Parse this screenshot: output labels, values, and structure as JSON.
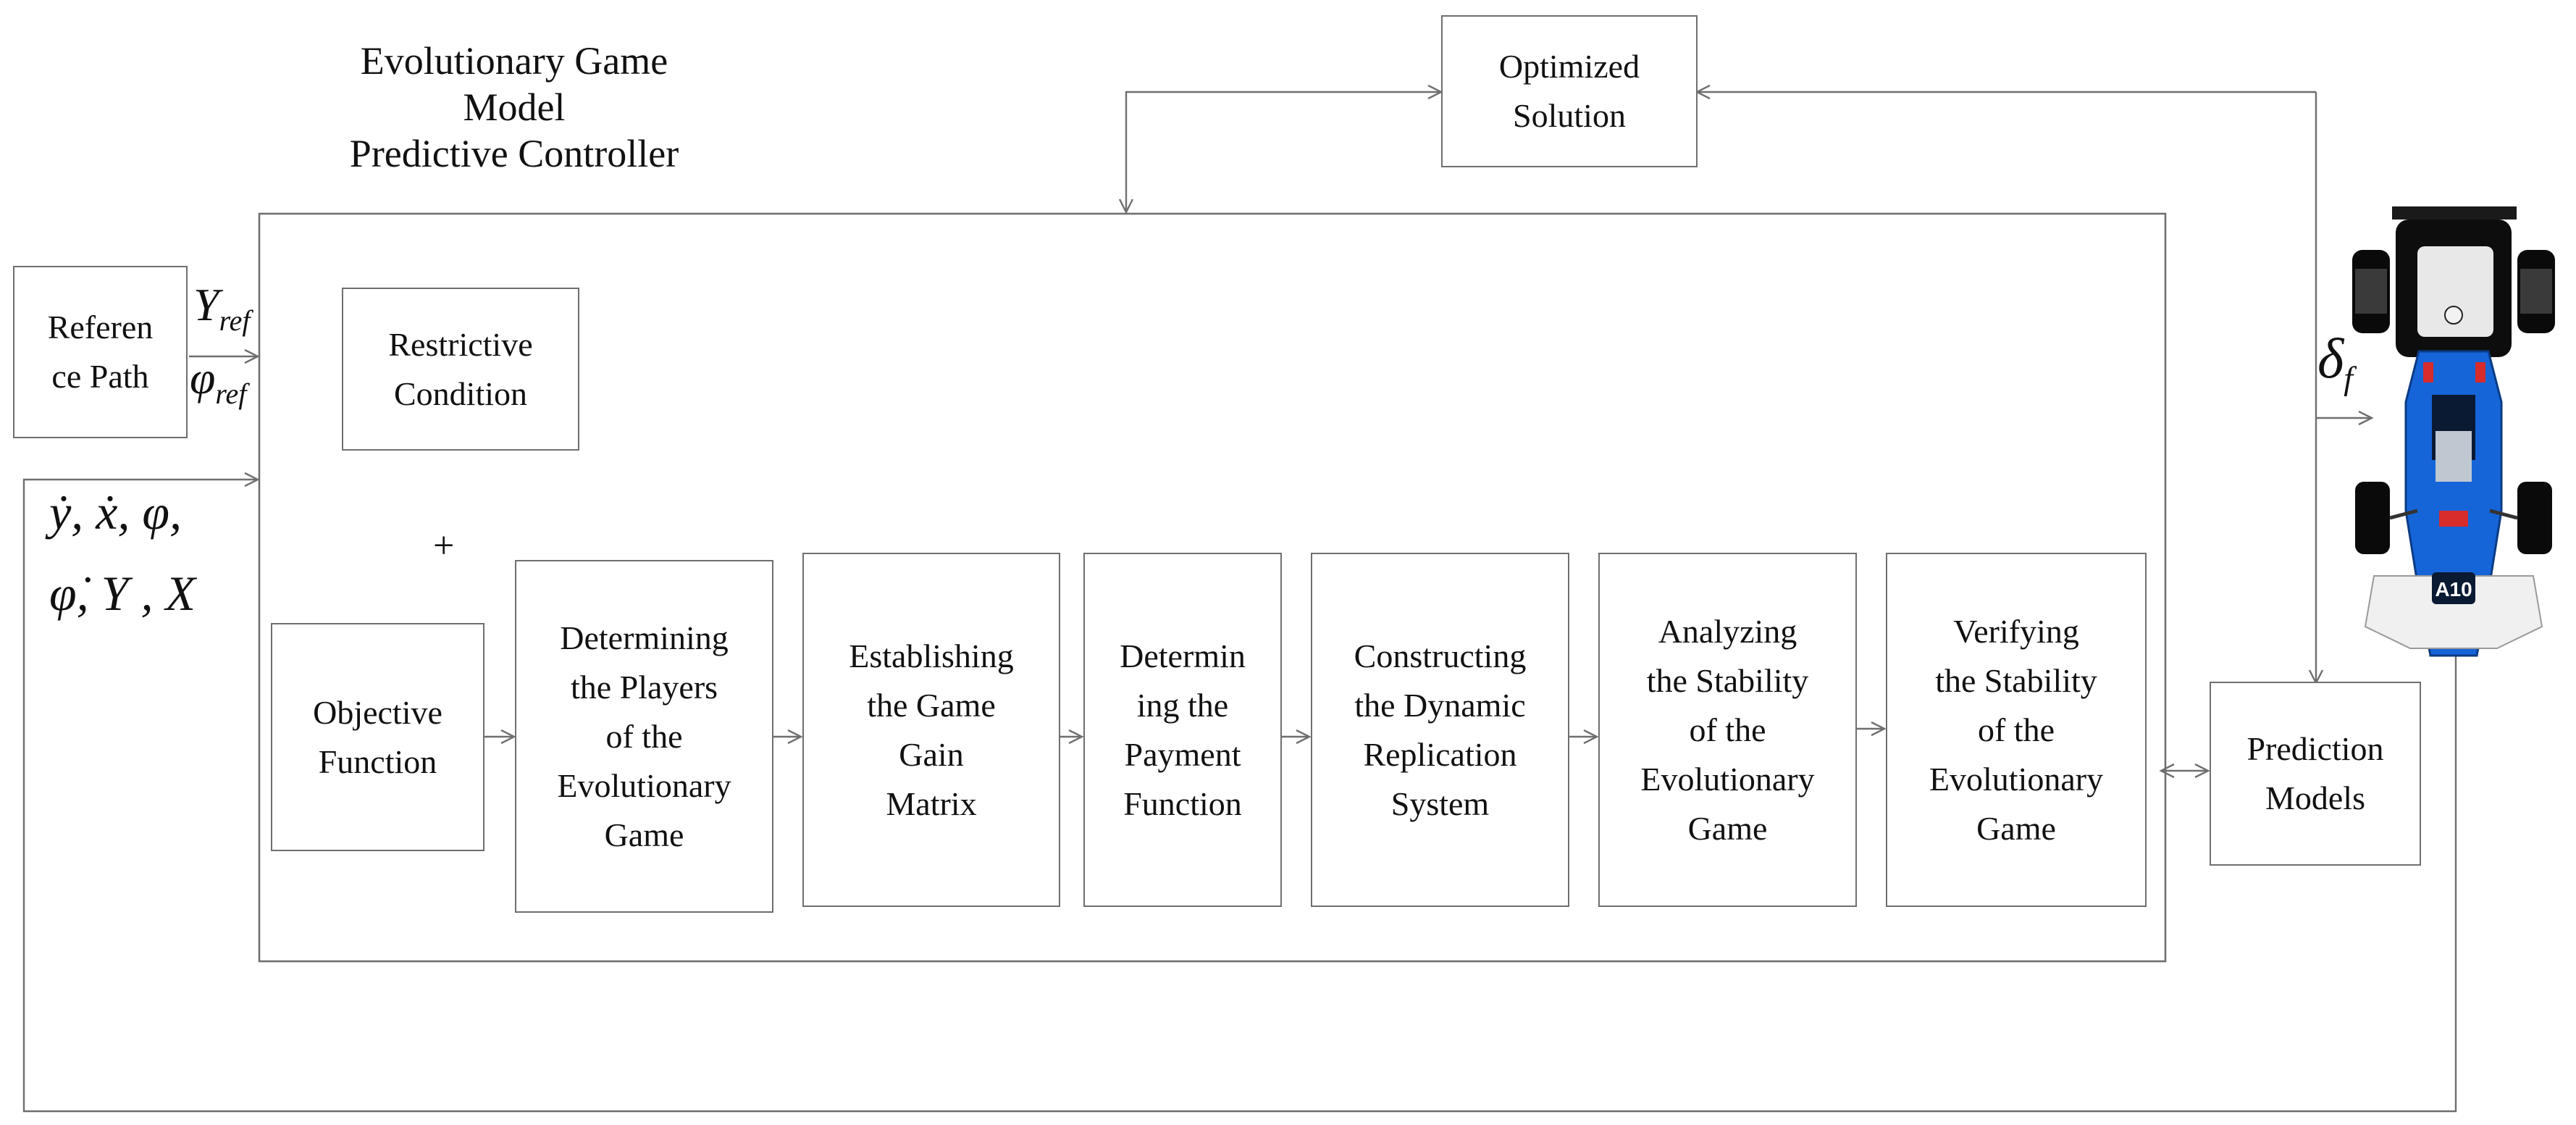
{
  "title": {
    "line1": "Evolutionary Game Model",
    "line2": "Predictive Controller"
  },
  "blocks": {
    "reference_path": [
      "Referen",
      "ce Path"
    ],
    "restrictive_condition": [
      "Restrictive",
      "Condition"
    ],
    "optimized_solution": [
      "Optimized",
      "Solution"
    ],
    "objective_function": [
      "Objective",
      "Function"
    ],
    "determining_players": [
      "Determining",
      "the Players",
      "of the",
      "Evolutionary",
      "Game"
    ],
    "establishing_matrix": [
      "Establishing",
      "the Game",
      "Gain",
      "Matrix"
    ],
    "determining_payment": [
      "Determin",
      "ing the",
      "Payment",
      "Function"
    ],
    "constructing_system": [
      "Constructing",
      "the Dynamic",
      "Replication",
      "System"
    ],
    "analyzing_stability": [
      "Analyzing",
      "the Stability",
      "of the",
      "Evolutionary",
      "Game"
    ],
    "verifying_stability": [
      "Verifying",
      "the Stability",
      "of the",
      "Evolutionary",
      "Game"
    ],
    "prediction_models": [
      "Prediction",
      "Models"
    ]
  },
  "signals": {
    "y_ref_main": "Y",
    "y_ref_sub": "ref",
    "phi_ref_main": "φ",
    "phi_ref_sub": "ref",
    "states_line1": "ẏ, ẋ, φ,",
    "states_line2": "φ̇, Y , X",
    "delta_main": "δ",
    "delta_sub": "f",
    "plus": "+"
  },
  "vehicle": {
    "number": "A10",
    "body_color": "#1565d8"
  },
  "colors": {
    "stroke": "#6f6f6f",
    "text": "#111111"
  }
}
